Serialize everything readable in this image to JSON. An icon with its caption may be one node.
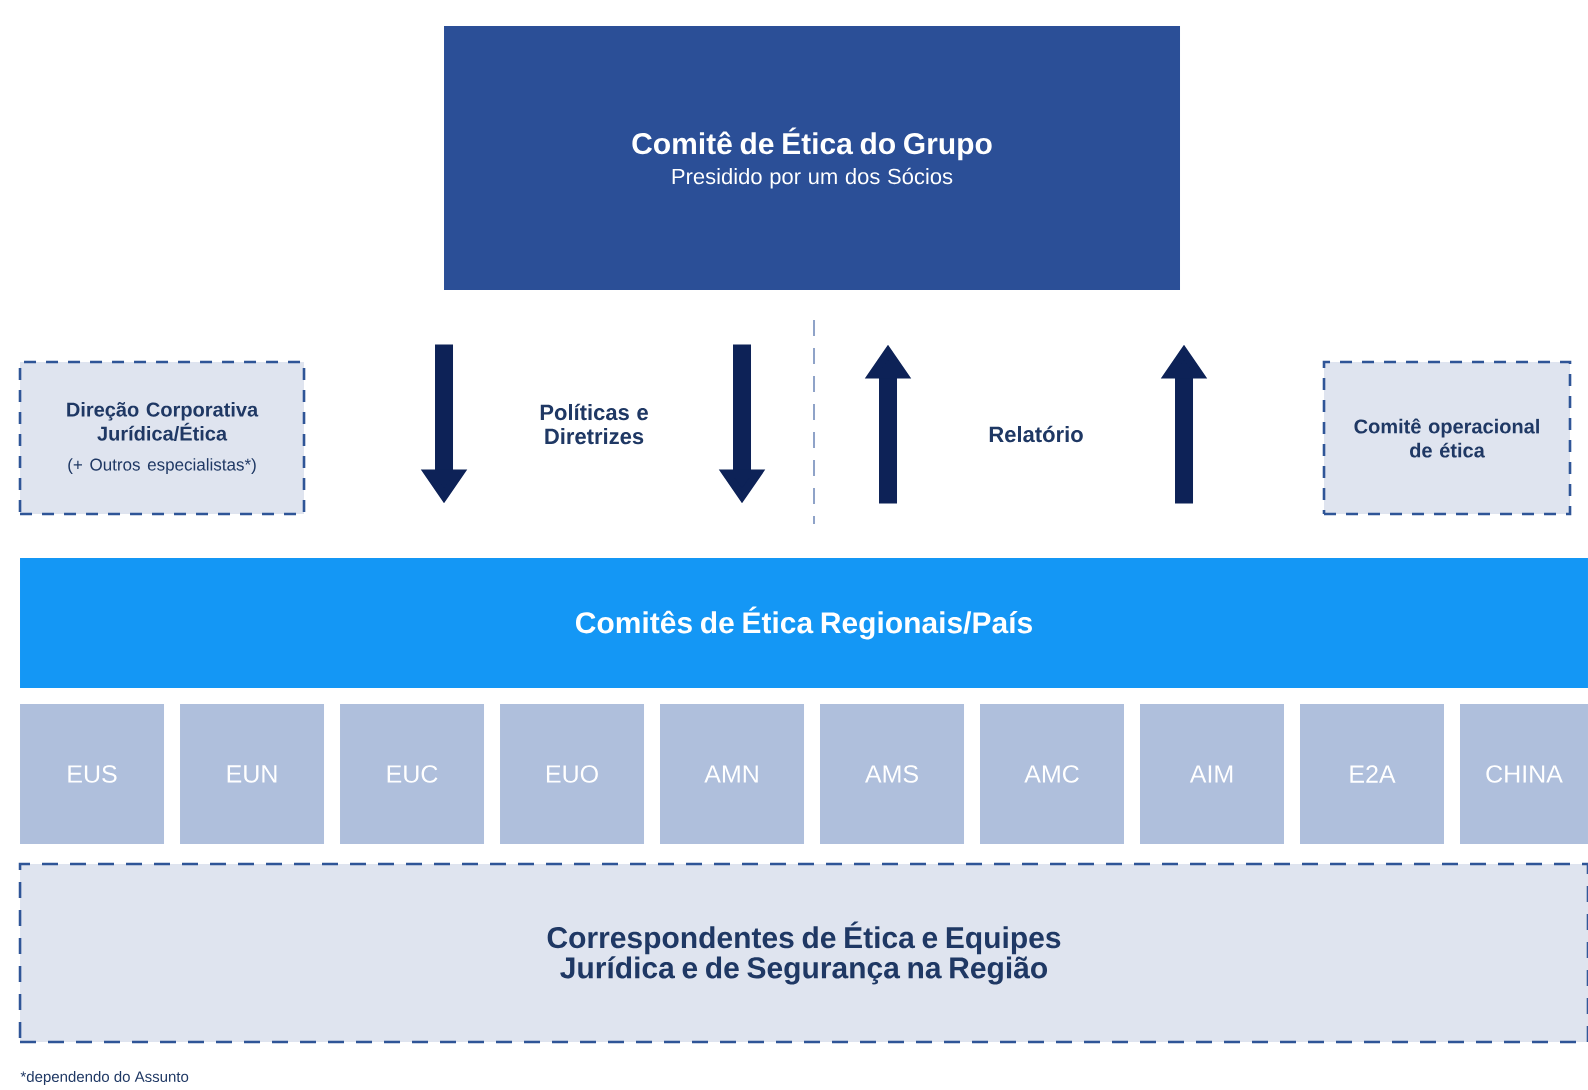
{
  "diagram": {
    "nodes": [
      {
        "text": [
          "Comitê de Ética do Grupo",
          "Presidido por um dos Sócios"
        ]
      },
      {
        "text": [
          "Direção Corporativa Jurídica/Ética",
          "(+ Outros especialistas*)"
        ]
      },
      {
        "text": [
          "Comitê operacional de ética"
        ]
      },
      {
        "text": [
          "Comitês de Ética Regionais/País"
        ]
      },
      {
        "text": [
          "EUS"
        ]
      },
      {
        "text": [
          "EUN"
        ]
      },
      {
        "text": [
          "EUC"
        ]
      },
      {
        "text": [
          "EUO"
        ]
      },
      {
        "text": [
          "AMN"
        ]
      },
      {
        "text": [
          "AMS"
        ]
      },
      {
        "text": [
          "AMC"
        ]
      },
      {
        "text": [
          "AIM"
        ]
      },
      {
        "text": [
          "E2A"
        ]
      },
      {
        "text": [
          "CHINA"
        ]
      },
      {
        "text": [
          "Correspondentes de Ética e Equipes Jurídica e de Segurança na Região"
        ]
      }
    ],
    "edges": [
      {
        "from": 0,
        "to": 3,
        "arrow": "to"
      },
      {
        "from": 0,
        "to": 3,
        "arrow": "to"
      },
      {
        "from": 3,
        "to": 0,
        "arrow": "to"
      },
      {
        "from": 3,
        "to": 0,
        "arrow": "to"
      }
    ],
    "labels": [
      "Políticas e Diretrizes",
      "Relatório",
      "*dependendo do Assunto"
    ]
  }
}
